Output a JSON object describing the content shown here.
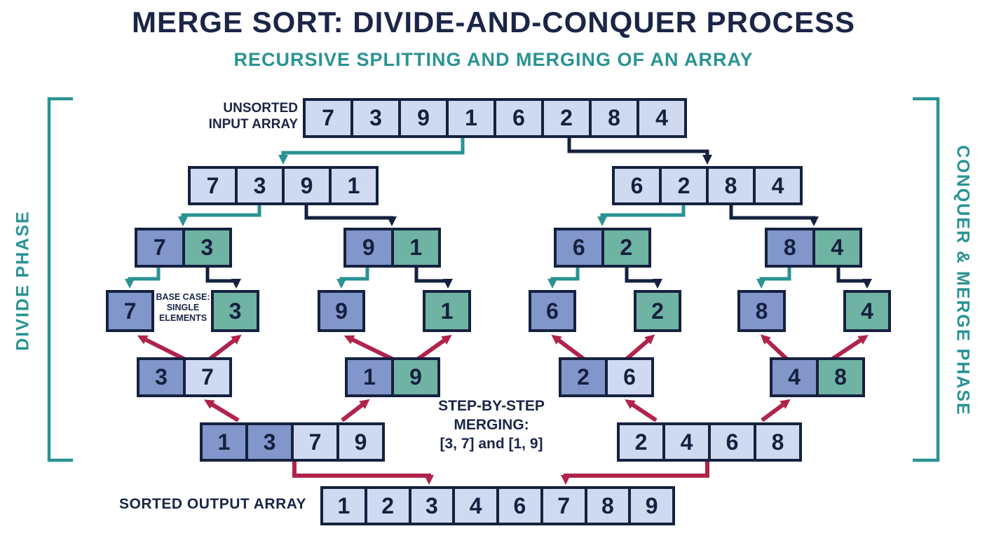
{
  "header": {
    "title": "MERGE SORT: DIVIDE-AND-CONQUER PROCESS",
    "subtitle": "RECURSIVE SPLITTING AND MERGING OF AN ARRAY"
  },
  "phases": {
    "left": "DIVIDE PHASE",
    "right": "CONQUER & MERGE PHASE"
  },
  "labels": {
    "unsorted": "UNSORTED\nINPUT ARRAY",
    "sorted": "SORTED OUTPUT ARRAY",
    "base_case": "BASE CASE:\nSINGLE\nELEMENTS",
    "step_merging": "STEP-BY-STEP\nMERGING:\n[3, 7] and [1, 9]"
  },
  "colors": {
    "navy": "#15213f",
    "teal": "#2a9393",
    "crimson": "#b0234a",
    "cell_light": "#cfdaf1",
    "cell_mid": "#8196ca",
    "cell_green": "#6fb3a2",
    "title_navy": "#1b2547"
  },
  "arrow_legend": {
    "divide_left": "teal",
    "divide_right": "navy",
    "merge": "crimson"
  },
  "arrays": {
    "unsorted": {
      "values": [
        7,
        3,
        9,
        1,
        6,
        2,
        8,
        4
      ],
      "tones": [
        "light",
        "light",
        "light",
        "light",
        "light",
        "light",
        "light",
        "light"
      ]
    },
    "half-left": {
      "values": [
        7,
        3,
        9,
        1
      ],
      "tones": [
        "light",
        "light",
        "light",
        "light"
      ]
    },
    "half-right": {
      "values": [
        6,
        2,
        8,
        4
      ],
      "tones": [
        "light",
        "light",
        "light",
        "light"
      ]
    },
    "pair-73": {
      "values": [
        7,
        3
      ],
      "tones": [
        "mid",
        "green"
      ]
    },
    "pair-91": {
      "values": [
        9,
        1
      ],
      "tones": [
        "mid",
        "green"
      ]
    },
    "pair-62": {
      "values": [
        6,
        2
      ],
      "tones": [
        "mid",
        "green"
      ]
    },
    "pair-84": {
      "values": [
        8,
        4
      ],
      "tones": [
        "mid",
        "green"
      ]
    },
    "single-7": {
      "values": [
        7
      ],
      "tones": [
        "mid"
      ]
    },
    "single-3": {
      "values": [
        3
      ],
      "tones": [
        "green"
      ]
    },
    "single-9": {
      "values": [
        9
      ],
      "tones": [
        "mid"
      ]
    },
    "single-1": {
      "values": [
        1
      ],
      "tones": [
        "green"
      ]
    },
    "single-6": {
      "values": [
        6
      ],
      "tones": [
        "mid"
      ]
    },
    "single-2": {
      "values": [
        2
      ],
      "tones": [
        "green"
      ]
    },
    "single-8": {
      "values": [
        8
      ],
      "tones": [
        "mid"
      ]
    },
    "single-4": {
      "values": [
        4
      ],
      "tones": [
        "green"
      ]
    },
    "merge-37": {
      "values": [
        3,
        7
      ],
      "tones": [
        "mid",
        "light"
      ]
    },
    "merge-19": {
      "values": [
        1,
        9
      ],
      "tones": [
        "mid",
        "green"
      ]
    },
    "merge-26": {
      "values": [
        2,
        6
      ],
      "tones": [
        "mid",
        "light"
      ]
    },
    "merge-48": {
      "values": [
        4,
        8
      ],
      "tones": [
        "mid",
        "green"
      ]
    },
    "merge-1379": {
      "values": [
        1,
        3,
        7,
        9
      ],
      "tones": [
        "mid",
        "mid",
        "light",
        "light"
      ]
    },
    "merge-2468": {
      "values": [
        2,
        4,
        6,
        8
      ],
      "tones": [
        "light",
        "light",
        "light",
        "light"
      ]
    },
    "sorted": {
      "values": [
        1,
        2,
        3,
        4,
        6,
        7,
        8,
        9
      ],
      "tones": [
        "light",
        "light",
        "light",
        "light",
        "light",
        "light",
        "light",
        "light"
      ]
    }
  }
}
